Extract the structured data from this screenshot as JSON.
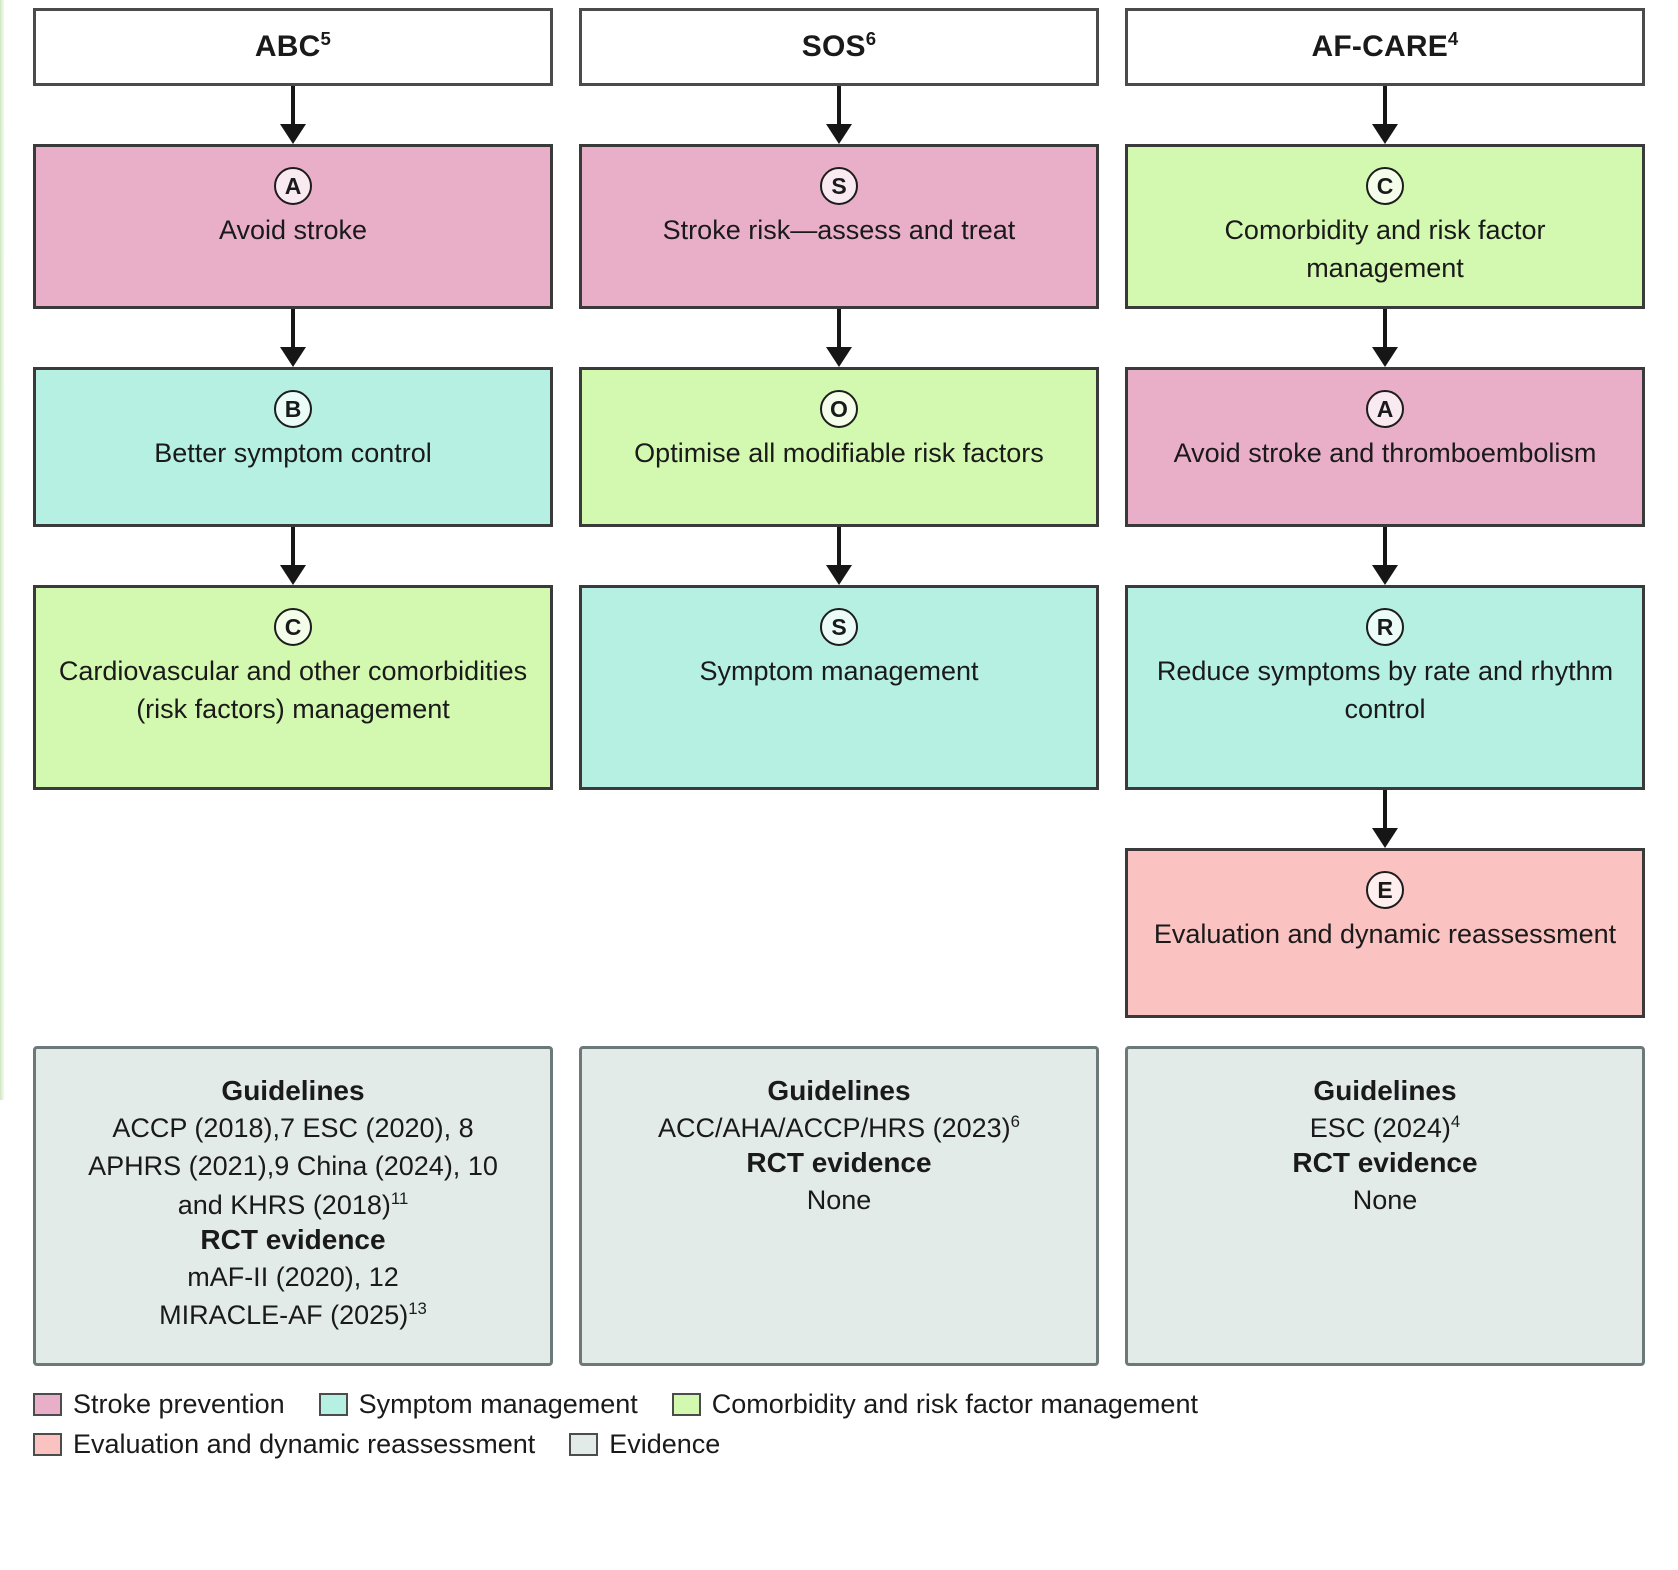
{
  "colors": {
    "stroke_prevention": "#EAAFC8",
    "symptom_management": "#B6F0E3",
    "comorbidity": "#D3F8AF",
    "evaluation": "#FBC2C2",
    "evidence": "#E3EBE9"
  },
  "columns": [
    {
      "header": "ABC",
      "header_sup": "5",
      "steps": [
        {
          "letter": "A",
          "text": "Avoid stroke",
          "color": "c-pink",
          "height": "h-165"
        },
        {
          "letter": "B",
          "text": "Better symptom control",
          "color": "c-cyan",
          "height": "h-160"
        },
        {
          "letter": "C",
          "text": "Cardiovascular and other comorbidities (risk factors) management",
          "color": "c-green",
          "height": "h-205"
        }
      ],
      "evidence": {
        "guidelines_heading": "Guidelines",
        "guidelines_lines": [
          "ACCP (2018),7 ESC (2020), 8",
          "APHRS (2021),9 China (2024), 10",
          "and KHRS (2018)11"
        ],
        "rct_heading": "RCT evidence",
        "rct_lines": [
          "mAF-II (2020), 12",
          "MIRACLE-AF (2025)13"
        ]
      }
    },
    {
      "header": "SOS",
      "header_sup": "6",
      "steps": [
        {
          "letter": "S",
          "text": "Stroke risk—assess and treat",
          "color": "c-pink",
          "height": "h-165"
        },
        {
          "letter": "O",
          "text": "Optimise all modifiable risk factors",
          "color": "c-green",
          "height": "h-160"
        },
        {
          "letter": "S",
          "text": "Symptom management",
          "color": "c-cyan",
          "height": "h-205"
        }
      ],
      "evidence": {
        "guidelines_heading": "Guidelines",
        "guidelines_lines": [
          "ACC/AHA/ACCP/HRS (2023)6"
        ],
        "rct_heading": "RCT evidence",
        "rct_lines": [
          "None"
        ]
      }
    },
    {
      "header": "AF-CARE",
      "header_sup": "4",
      "steps": [
        {
          "letter": "C",
          "text": "Comorbidity and risk factor management",
          "color": "c-green",
          "height": "h-165"
        },
        {
          "letter": "A",
          "text": "Avoid stroke and thromboembolism",
          "color": "c-pink",
          "height": "h-160"
        },
        {
          "letter": "R",
          "text": "Reduce symptoms by rate and rhythm control",
          "color": "c-cyan",
          "height": "h-205"
        },
        {
          "letter": "E",
          "text": "Evaluation and dynamic reassessment",
          "color": "c-salmon",
          "height": "h-170"
        }
      ],
      "evidence": {
        "guidelines_heading": "Guidelines",
        "guidelines_lines": [
          "ESC (2024)4"
        ],
        "rct_heading": "RCT evidence",
        "rct_lines": [
          "None"
        ]
      }
    }
  ],
  "legend": {
    "row1": [
      {
        "label": "Stroke prevention",
        "color": "c-pink"
      },
      {
        "label": "Symptom management",
        "color": "c-cyan"
      },
      {
        "label": "Comorbidity and risk factor management",
        "color": "c-green"
      }
    ],
    "row2": [
      {
        "label": "Evaluation and dynamic reassessment",
        "color": "c-salmon"
      },
      {
        "label": "Evidence",
        "color": "c-grey"
      }
    ]
  }
}
